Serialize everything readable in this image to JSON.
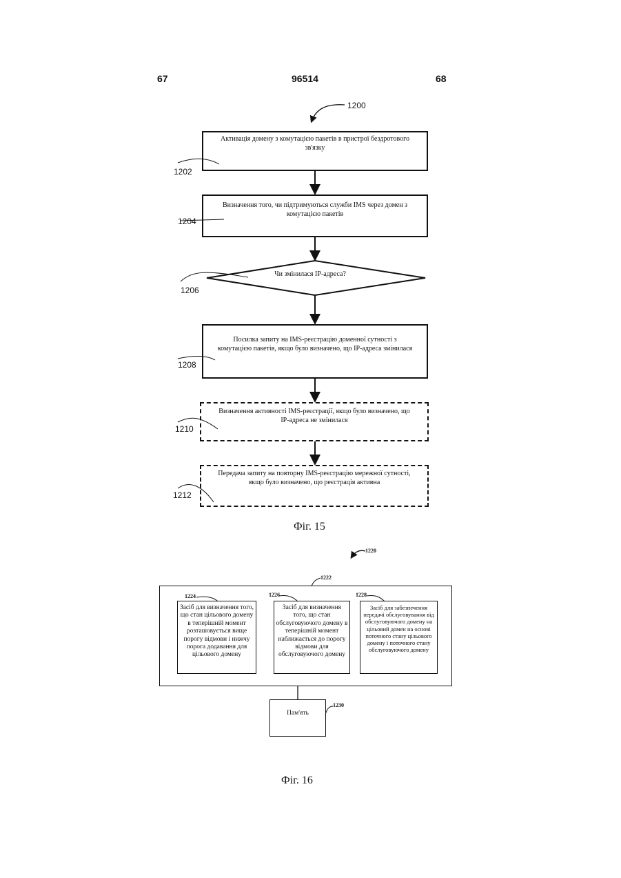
{
  "header": {
    "left": "67",
    "center": "96514",
    "right": "68"
  },
  "fig15": {
    "ref": "1200",
    "caption": "Фіг. 15",
    "steps": [
      {
        "ref": "1202",
        "text": "Активація домену з комутацією пакетів в пристрої бездротового зв'язку"
      },
      {
        "ref": "1204",
        "text": "Визначення того, чи підтримуються служби IMS через домен з комутацією пакетів"
      },
      {
        "ref": "1206",
        "text": "Чи змінилася IP-адреса?"
      },
      {
        "ref": "1208",
        "text": "Посилка запиту на IMS-реєстрацію доменної сутності з комутацією пакетів, якщо було визначено, що IP-адреса змінилася"
      },
      {
        "ref": "1210",
        "text": "Визначення активності IMS-реєстрації, якщо було визначено, що IP-адреса не змінилася"
      },
      {
        "ref": "1212",
        "text": "Передача запиту на повторну IMS-реєстрацію мережної сутності, якщо було визначено, що реєстрація активна"
      }
    ]
  },
  "fig16": {
    "ref": "1220",
    "caption": "Фіг. 16",
    "outer_ref": "1222",
    "modules": [
      {
        "ref": "1224",
        "text": "Засіб для визначення того, що стан цільового домену в теперішній момент розташовується вище порогу відмови і нижчу порога додавання для цільового домену"
      },
      {
        "ref": "1226",
        "text": "Засіб для визначення того, що стан обслуговуючого домену в теперішній момент наближається до порогу відмови для обслуговуючого домену"
      },
      {
        "ref": "1228",
        "text": "Засіб для забезпечення передачі обслуговування від обслуговуючого домену на цільовий домен на основі поточного стану цільового домену і поточного стану обслуговуючого домену"
      }
    ],
    "memory": {
      "ref": "1230",
      "text": "Пам'ять"
    }
  }
}
